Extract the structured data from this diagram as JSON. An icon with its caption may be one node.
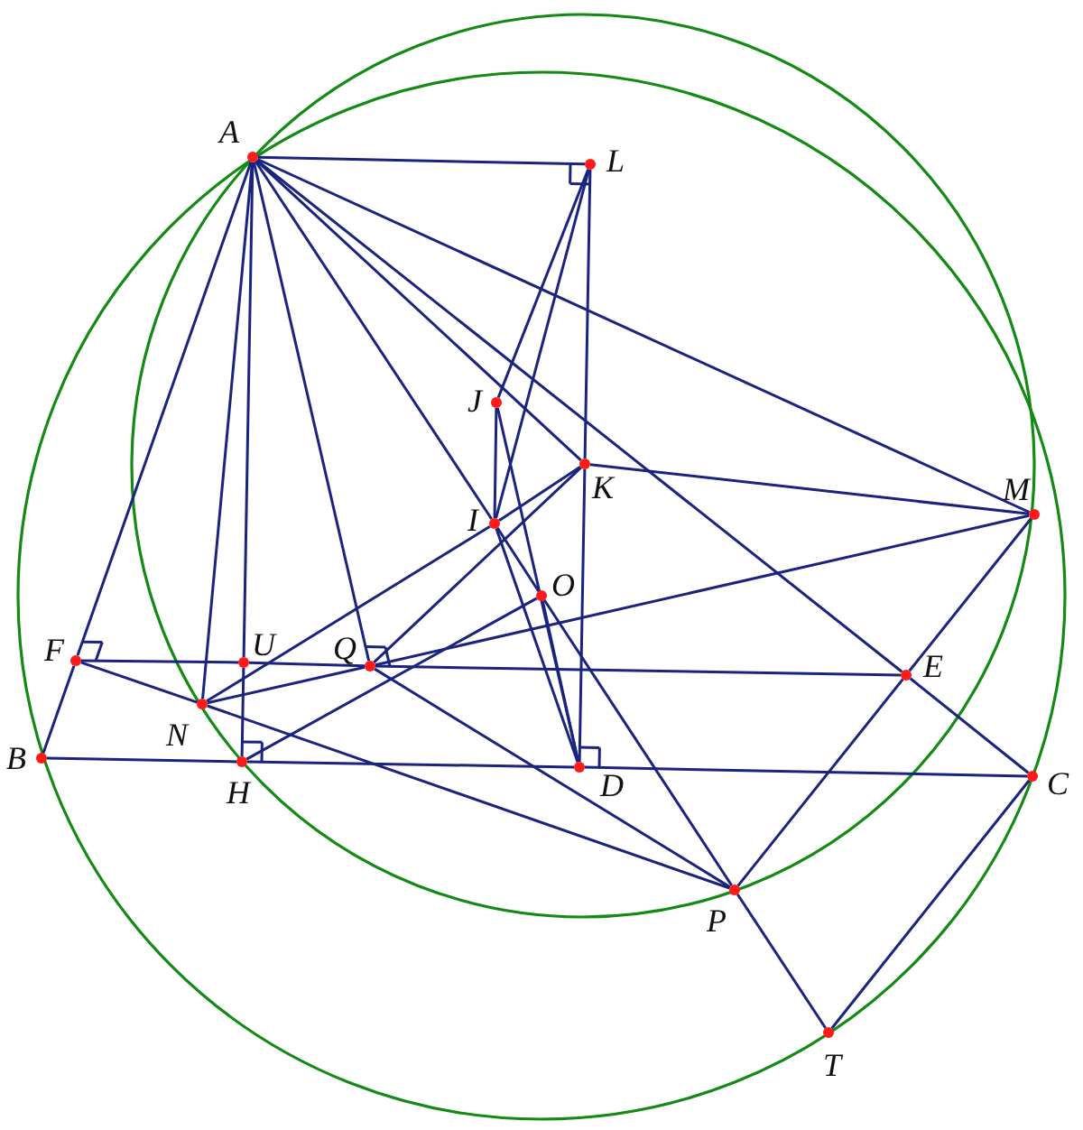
{
  "diagram": {
    "nodes": [
      {
        "text": [
          "A"
        ]
      },
      {
        "text": [
          "L"
        ]
      },
      {
        "text": [
          "J"
        ]
      },
      {
        "text": [
          "K"
        ]
      },
      {
        "text": [
          "I"
        ]
      },
      {
        "text": [
          "M"
        ]
      },
      {
        "text": [
          "O"
        ]
      },
      {
        "text": [
          "F"
        ]
      },
      {
        "text": [
          "U"
        ]
      },
      {
        "text": [
          "Q"
        ]
      },
      {
        "text": [
          "E"
        ]
      },
      {
        "text": [
          "N"
        ]
      },
      {
        "text": [
          "B"
        ]
      },
      {
        "text": [
          "H"
        ]
      },
      {
        "text": [
          "D"
        ]
      },
      {
        "text": [
          "C"
        ]
      },
      {
        "text": [
          "P"
        ]
      },
      {
        "text": [
          "T"
        ]
      }
    ],
    "edges": [
      {
        "from": 0,
        "to": 1,
        "arrow": "none"
      },
      {
        "from": 0,
        "to": 5,
        "arrow": "none"
      },
      {
        "from": 0,
        "to": 7,
        "arrow": "none"
      },
      {
        "from": 7,
        "to": 12,
        "arrow": "none"
      },
      {
        "from": 0,
        "to": 11,
        "arrow": "none"
      },
      {
        "from": 0,
        "to": 8,
        "arrow": "none"
      },
      {
        "from": 8,
        "to": 13,
        "arrow": "none"
      },
      {
        "from": 0,
        "to": 9,
        "arrow": "none"
      },
      {
        "from": 0,
        "to": 4,
        "arrow": "none"
      },
      {
        "from": 4,
        "to": 6,
        "arrow": "none"
      },
      {
        "from": 6,
        "to": 16,
        "arrow": "none"
      },
      {
        "from": 0,
        "to": 3,
        "arrow": "none"
      },
      {
        "from": 0,
        "to": 10,
        "arrow": "none"
      },
      {
        "from": 10,
        "to": 15,
        "arrow": "none"
      },
      {
        "from": 1,
        "to": 3,
        "arrow": "none"
      },
      {
        "from": 3,
        "to": 14,
        "arrow": "none"
      },
      {
        "from": 1,
        "to": 2,
        "arrow": "none"
      },
      {
        "from": 1,
        "to": 4,
        "arrow": "none"
      },
      {
        "from": 2,
        "to": 4,
        "arrow": "none"
      },
      {
        "from": 2,
        "to": 14,
        "arrow": "none"
      },
      {
        "from": 4,
        "to": 14,
        "arrow": "none"
      },
      {
        "from": 6,
        "to": 14,
        "arrow": "none"
      },
      {
        "from": 3,
        "to": 5,
        "arrow": "none"
      },
      {
        "from": 11,
        "to": 4,
        "arrow": "none"
      },
      {
        "from": 4,
        "to": 3,
        "arrow": "none"
      },
      {
        "from": 9,
        "to": 3,
        "arrow": "none"
      },
      {
        "from": 13,
        "to": 6,
        "arrow": "none"
      },
      {
        "from": 11,
        "to": 9,
        "arrow": "none"
      },
      {
        "from": 9,
        "to": 5,
        "arrow": "none"
      },
      {
        "from": 7,
        "to": 11,
        "arrow": "none"
      },
      {
        "from": 11,
        "to": 16,
        "arrow": "none"
      },
      {
        "from": 9,
        "to": 16,
        "arrow": "none"
      },
      {
        "from": 7,
        "to": 8,
        "arrow": "none"
      },
      {
        "from": 8,
        "to": 9,
        "arrow": "none"
      },
      {
        "from": 9,
        "to": 10,
        "arrow": "none"
      },
      {
        "from": 12,
        "to": 13,
        "arrow": "none"
      },
      {
        "from": 13,
        "to": 14,
        "arrow": "none"
      },
      {
        "from": 14,
        "to": 15,
        "arrow": "none"
      },
      {
        "from": 16,
        "to": 10,
        "arrow": "none"
      },
      {
        "from": 10,
        "to": 5,
        "arrow": "none"
      },
      {
        "from": 16,
        "to": 17,
        "arrow": "none"
      },
      {
        "from": 17,
        "to": 15,
        "arrow": "none"
      }
    ]
  }
}
